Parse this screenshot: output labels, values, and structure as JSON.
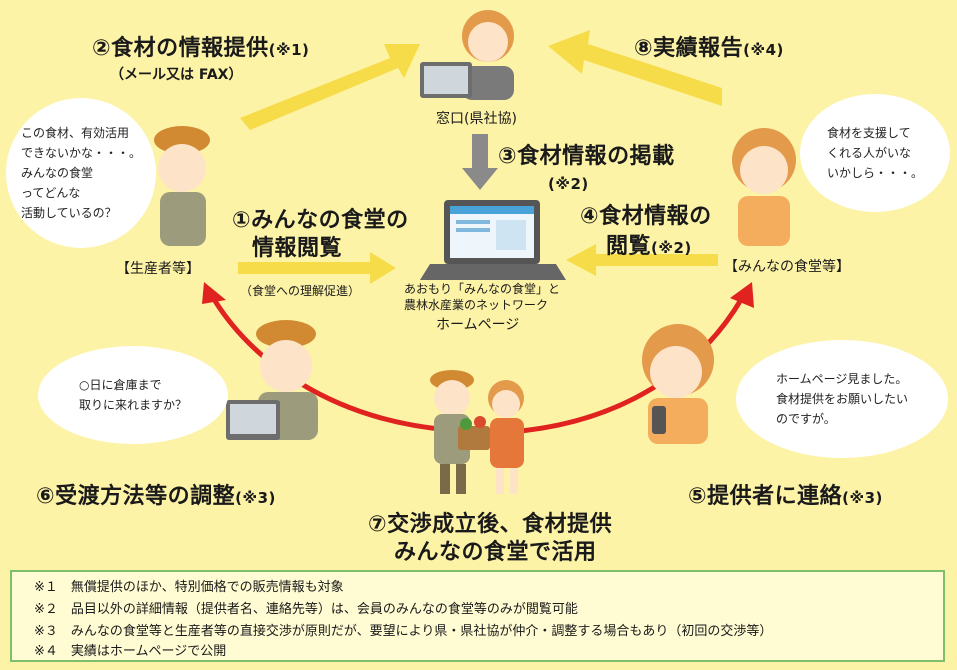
{
  "steps": {
    "s2": {
      "title": "②食材の情報提供",
      "note": "(※1)",
      "sub": "（メール又は FAX）"
    },
    "s8": {
      "title": "⑧実績報告",
      "note": "(※4)"
    },
    "s3": {
      "title": "③食材情報の掲載",
      "note": "(※2)"
    },
    "s1": {
      "title_line1": "①みんなの食堂の",
      "title_line2": "情報閲覧",
      "sub": "（食堂への理解促進）"
    },
    "s4": {
      "title_line1": "④食材情報の",
      "title_line2": "閲覧",
      "note": "(※2)"
    },
    "s6": {
      "title": "⑥受渡方法等の調整",
      "note": "(※3)"
    },
    "s5": {
      "title": "⑤提供者に連絡",
      "note": "(※3)"
    },
    "s7": {
      "line1": "⑦交渉成立後、食材提供",
      "line2": "みんなの食堂で活用"
    }
  },
  "actors": {
    "window": "窓口(県社協)",
    "producer": "【生産者等】",
    "cafeteria": "【みんなの食堂等】",
    "homepage_line1": "あおもり「みんなの食堂」と",
    "homepage_line2": "農林水産業のネットワーク",
    "homepage_line3": "ホームページ"
  },
  "bubbles": {
    "producer_thought": "この食材、有効活用\nできないかな・・・。\nみんなの食堂\nってどんな\n活動しているの？",
    "cafeteria_thought": "食材を支援して\nくれる人がいな\nいかしら・・・。",
    "producer_reply": "○日に倉庫まで\n取りに来れますか？",
    "cafeteria_contact": "ホームページ見ました。\n食材提供をお願いしたい\nのですが。"
  },
  "notes": [
    "※１　無償提供のほか、特別価格での販売情報も対象",
    "※２　品目以外の詳細情報（提供者名、連絡先等）は、会員のみんなの食堂等のみが閲覧可能",
    "※３　みんなの食堂等と生産者等の直接交渉が原則だが、要望により県・県社協が仲介・調整する場合もあり（初回の交渉等）",
    "※４　実績はホームページで公開"
  ],
  "colors": {
    "background": "#fdf3a7",
    "arrow_yellow": "#f7dc4a",
    "arrow_red": "#e0231e",
    "arrow_gray": "#8a8a8a",
    "note_border": "#7dbf6a"
  }
}
